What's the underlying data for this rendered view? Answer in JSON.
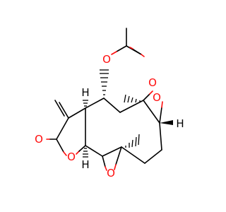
{
  "atoms": {
    "o_acetate_carbonyl": {
      "symbol": "O",
      "color": "#ff0d0d"
    },
    "o_acetate_ester": {
      "symbol": "O",
      "color": "#ff0d0d"
    },
    "o_epoxide_upper": {
      "symbol": "O",
      "color": "#ff0d0d"
    },
    "o_lactone_carbonyl": {
      "symbol": "O",
      "color": "#ff0d0d"
    },
    "o_lactone_ring": {
      "symbol": "O",
      "color": "#ff0d0d"
    },
    "o_epoxide_lower": {
      "symbol": "O",
      "color": "#ff0d0d"
    },
    "h_upper_left": {
      "symbol": "H",
      "color": "#000000"
    },
    "h_right": {
      "symbol": "H",
      "color": "#000000"
    },
    "h_lower_left": {
      "symbol": "H",
      "color": "#000000"
    }
  }
}
